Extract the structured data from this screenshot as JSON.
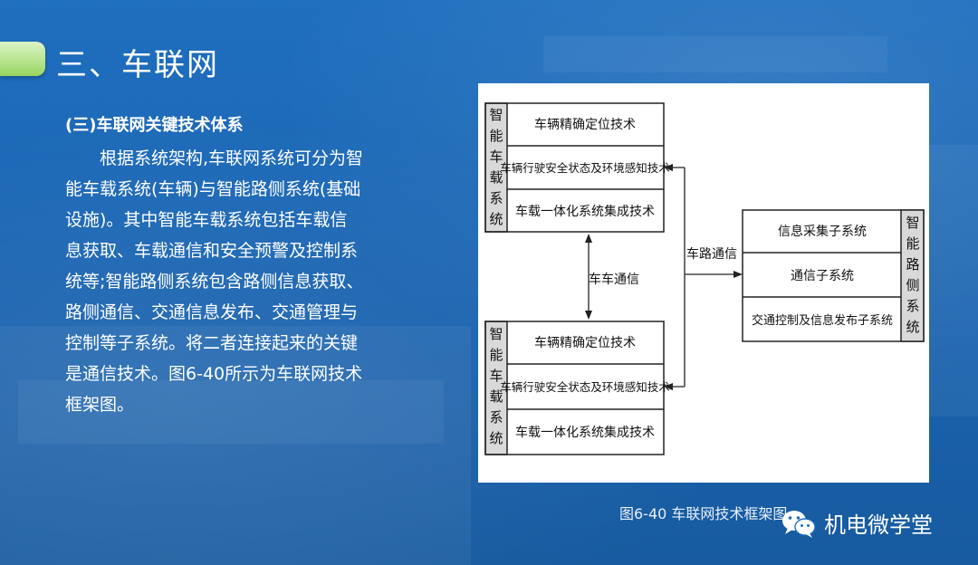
{
  "slide": {
    "title": "三、车联网",
    "section_heading": "(三)车联网关键技术体系",
    "body": "根据系统架构,车联网系统可分为智能车载系统(车辆)与智能路侧系统(基础设施)。其中智能车载系统包括车载信息获取、车载通信和安全预警及控制系统等;智能路侧系统包含路侧信息获取、路侧通信、交通信息发布、交通管理与控制等子系统。将二者连接起来的关键是通信技术。图6-40所示为车联网技术框架图。",
    "caption": "图6-40    车联网技术框架图",
    "watermark": "机电微学堂"
  },
  "diagram": {
    "vehicle_system_label": [
      "智",
      "能",
      "车",
      "载",
      "系",
      "统"
    ],
    "vehicle_modules": [
      "车辆精确定位技术",
      "车辆行驶安全状态及环境感知技术",
      "车载一体化系统集成技术"
    ],
    "v2v_label": "车车通信",
    "v2r_label": "车路通信",
    "roadside_system_label": [
      "智",
      "能",
      "路",
      "侧",
      "系",
      "统"
    ],
    "roadside_modules": [
      "信息采集子系统",
      "通信子系统",
      "交通控制及信息发布子系统"
    ]
  },
  "colors": {
    "background": "#1f6fbf",
    "accent_green": "#b8e58f",
    "label_column_gray": "#d9d9d9"
  }
}
